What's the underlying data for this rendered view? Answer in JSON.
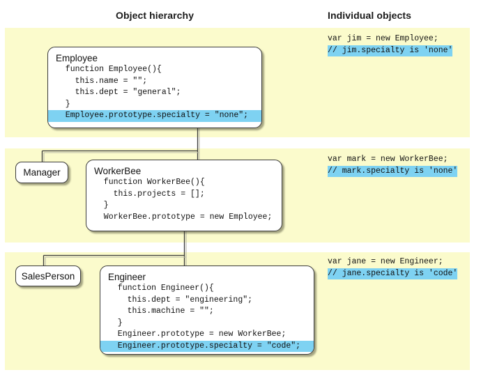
{
  "headers": {
    "hierarchy": "Object hierarchy",
    "individual": "Individual objects"
  },
  "colors": {
    "band_background": "#fbfbcc",
    "highlight": "#7ed2f2",
    "box_background": "#ffffff",
    "box_border": "#3a3a3a",
    "page_background": "#ffffff",
    "text": "#101010"
  },
  "nodes": {
    "employee": {
      "title": "Employee",
      "code": [
        {
          "text": "  function Employee(){",
          "highlighted": false
        },
        {
          "text": "    this.name = \"\";",
          "highlighted": false
        },
        {
          "text": "    this.dept = \"general\";",
          "highlighted": false
        },
        {
          "text": "  }",
          "highlighted": false
        },
        {
          "text": "  Employee.prototype.specialty = \"none\";",
          "highlighted": true
        }
      ]
    },
    "manager": {
      "title": "Manager",
      "code": []
    },
    "workerbee": {
      "title": "WorkerBee",
      "code": [
        {
          "text": "  function WorkerBee(){",
          "highlighted": false
        },
        {
          "text": "    this.projects = [];",
          "highlighted": false
        },
        {
          "text": "  }",
          "highlighted": false
        },
        {
          "text": "  WorkerBee.prototype = new Employee;",
          "highlighted": false
        }
      ]
    },
    "salesperson": {
      "title": "SalesPerson",
      "code": []
    },
    "engineer": {
      "title": "Engineer",
      "code": [
        {
          "text": "  function Engineer(){",
          "highlighted": false
        },
        {
          "text": "    this.dept = \"engineering\";",
          "highlighted": false
        },
        {
          "text": "    this.machine = \"\";",
          "highlighted": false
        },
        {
          "text": "  }",
          "highlighted": false
        },
        {
          "text": "  Engineer.prototype = new WorkerBee;",
          "highlighted": false
        },
        {
          "text": "  Engineer.prototype.specialty = \"code\";",
          "highlighted": true
        }
      ]
    }
  },
  "snippets": {
    "jim": [
      {
        "text": "var jim = new Employee;",
        "highlighted": false
      },
      {
        "text": "// jim.specialty is 'none'",
        "highlighted": true
      }
    ],
    "mark": [
      {
        "text": "var mark = new WorkerBee;",
        "highlighted": false
      },
      {
        "text": "// mark.specialty is 'none'",
        "highlighted": true
      }
    ],
    "jane": [
      {
        "text": "var jane = new Engineer;",
        "highlighted": false
      },
      {
        "text": "// jane.specialty is 'code'",
        "highlighted": true
      }
    ]
  },
  "connectors": [
    {
      "from": "employee",
      "to": "manager"
    },
    {
      "from": "employee",
      "to": "workerbee"
    },
    {
      "from": "workerbee",
      "to": "salesperson"
    },
    {
      "from": "workerbee",
      "to": "engineer"
    }
  ]
}
